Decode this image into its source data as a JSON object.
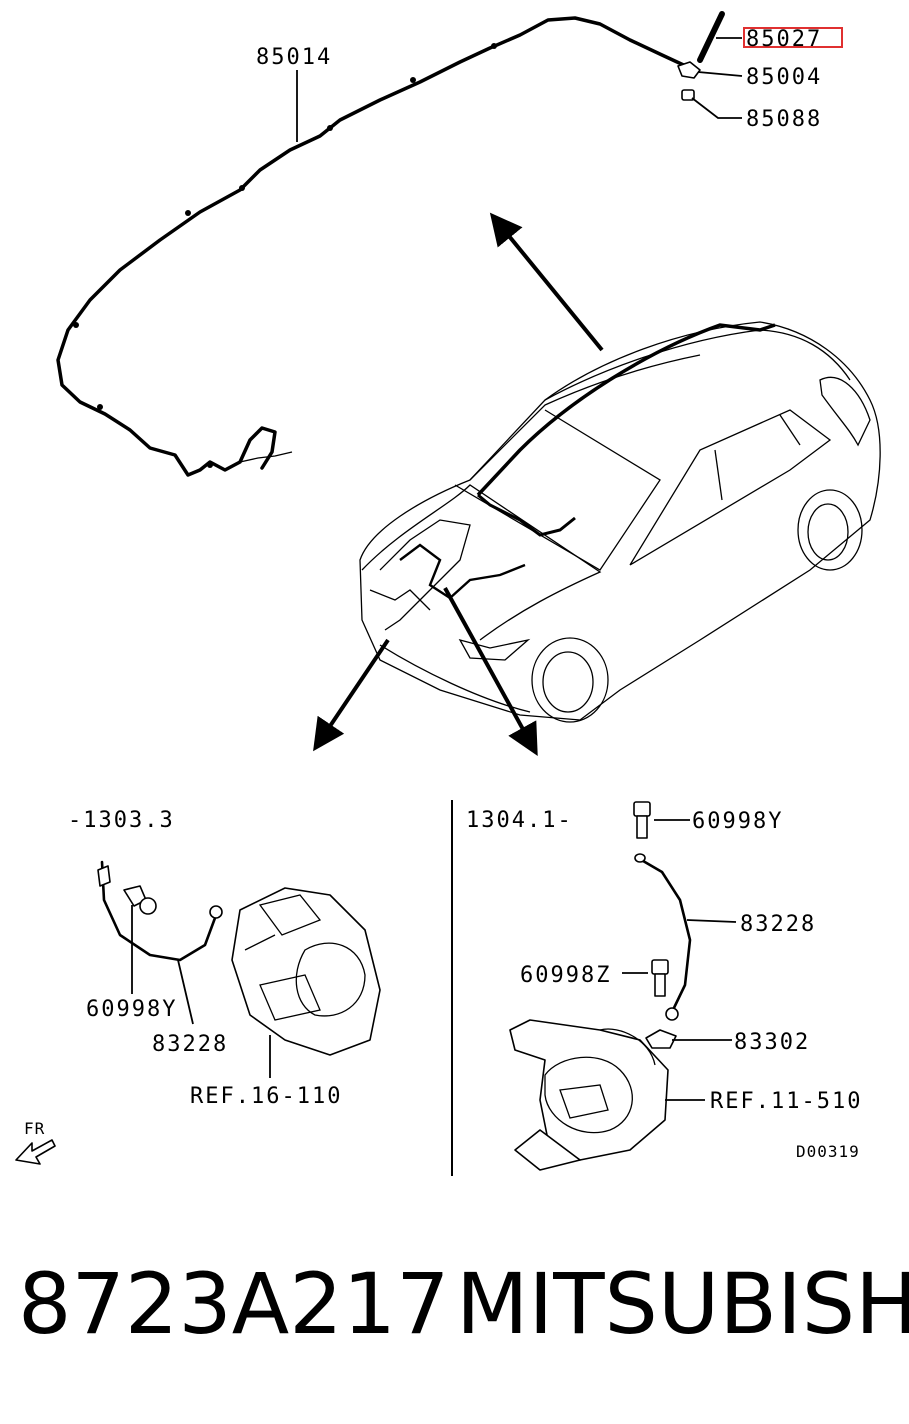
{
  "labels": {
    "antenna_harness": "85014",
    "antenna_rod": "85027",
    "antenna_base": "85004",
    "antenna_nut": "85088",
    "period_early": "-1303.3",
    "period_late": "1304.1-",
    "bolt_left": "60998Y",
    "cable_left": "83228",
    "ref_left": "REF.16-110",
    "bolt_top_right": "60998Y",
    "cable_right": "83228",
    "bolt_mid_right": "60998Z",
    "clip_right": "83302",
    "ref_right": "REF.11-510",
    "front_marker": "FR",
    "diagram_code": "D00319"
  },
  "caption": {
    "part_number": "8723A217",
    "brand": "MITSUBISHI"
  },
  "colors": {
    "line": "#000000",
    "highlight_box": "#e03030",
    "background": "#ffffff"
  }
}
